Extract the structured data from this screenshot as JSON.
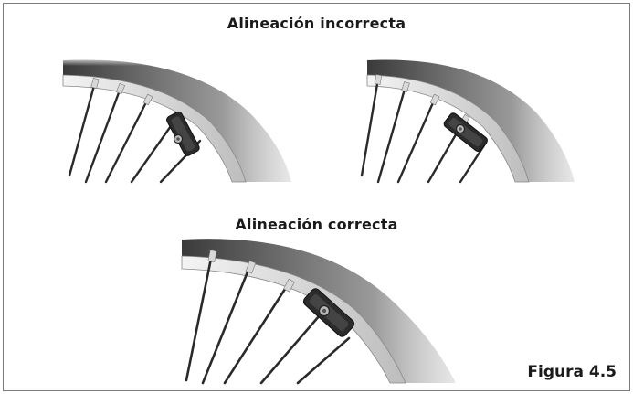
{
  "figure": {
    "title_incorrect": "Alineación incorrecta",
    "title_correct": "Alineación correcta",
    "caption": "Figura 4.5"
  }
}
